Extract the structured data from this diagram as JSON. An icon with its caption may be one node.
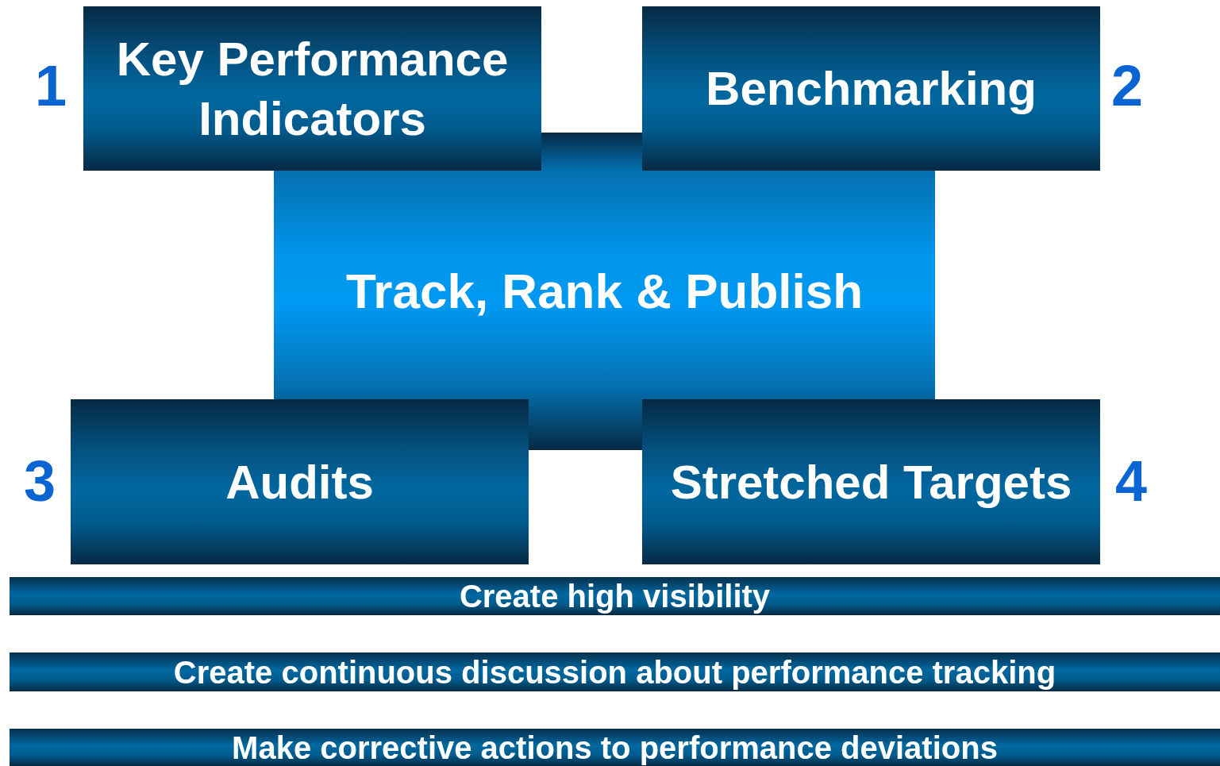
{
  "diagram": {
    "nodes": [
      {
        "text": [
          "Key Performance Indicators"
        ],
        "beside": [
          "1"
        ]
      },
      {
        "text": [
          "Benchmarking"
        ],
        "beside": [
          "2"
        ]
      },
      {
        "text": [
          "Track, Rank & Publish"
        ]
      },
      {
        "text": [
          "Audits"
        ],
        "beside": [
          "3"
        ]
      },
      {
        "text": [
          "Stretched Targets"
        ],
        "beside": [
          "4"
        ]
      },
      {
        "text": [
          "Create high visibility"
        ]
      },
      {
        "text": [
          "Create continuous discussion about performance tracking"
        ]
      },
      {
        "text": [
          "Make corrective actions to performance deviations"
        ]
      }
    ]
  }
}
